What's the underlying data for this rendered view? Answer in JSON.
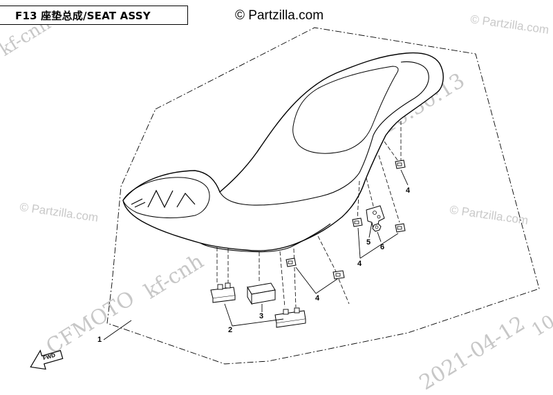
{
  "title": "F13 座垫总成/SEAT ASSY",
  "copyright": "© Partzilla.com",
  "watermarks": {
    "partzilla": "© Partzilla.com",
    "kf": "kf-cnh",
    "date": "2021-04-12",
    "time": "16:30:13",
    "brand": "CFMOTO",
    "fragment": "10"
  },
  "callouts": {
    "seat": "1",
    "rubber_pad": "2",
    "foam_block": "3",
    "clip_nut": "4",
    "bracket": "5",
    "nut": "6"
  },
  "fwd_label": "FWD",
  "colors": {
    "line": "#000000",
    "watermark": "#c7c7c7",
    "background": "#ffffff"
  }
}
